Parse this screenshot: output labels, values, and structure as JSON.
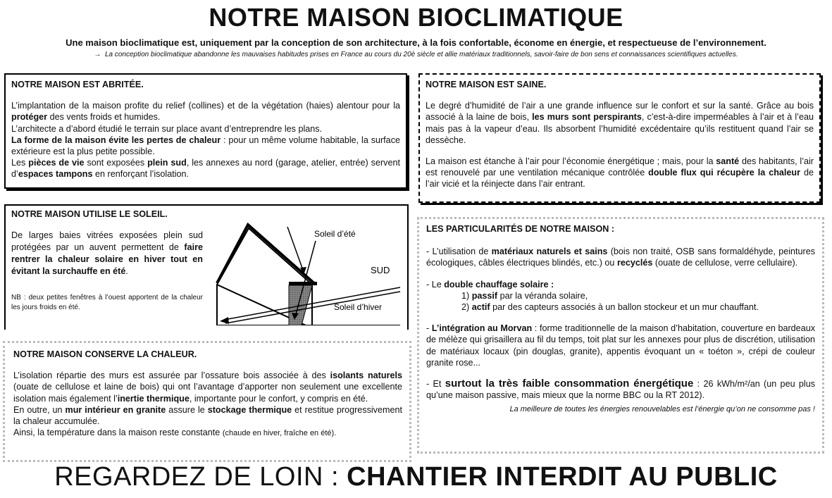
{
  "header": {
    "title": "NOTRE MAISON BIOCLIMATIQUE",
    "subtitle": "Une maison bioclimatique est, uniquement par la conception de son architecture, à la fois confortable, économe en énergie, et respectueuse de l’environnement.",
    "intro_arrow": "→",
    "intro": "La conception bioclimatique abandonne les mauvaises habitudes prises en France au cours du 20è siècle et allie matériaux traditionnels, savoir-faire de bon sens et connaissances scientifiques actuelles."
  },
  "abritee": {
    "heading": "NOTRE MAISON EST ABRITÉE.",
    "p1a": "L’implantation de la maison profite du relief (collines) et de la végétation (haies) alentour pour la ",
    "p1b": "protéger",
    "p1c": " des vents froids et humides.",
    "p2": "L’architecte a d’abord étudié le terrain sur place avant d’entreprendre les plans.",
    "p3a": "La forme de la maison évite les pertes de chaleur",
    "p3b": " : pour un même volume habitable, la surface extérieure est la plus petite possible.",
    "p4a": "Les ",
    "p4b": "pièces de vie",
    "p4c": " sont exposées ",
    "p4d": "plein sud",
    "p4e": ", les annexes au nord (garage, atelier, entrée) servent d’",
    "p4f": "espaces tampons",
    "p4g": " en renforçant l’isolation."
  },
  "soleil": {
    "heading": "NOTRE MAISON UTILISE LE SOLEIL.",
    "p1a": "De larges baies vitrées exposées plein sud protégées par un auvent permettent de ",
    "p1b": "faire rentrer la chaleur solaire en hiver tout en évitant la surchauffe en été",
    "p1c": ".",
    "nb": "NB : deux petites fenêtres à l’ouest apportent de la chaleur les jours froids en été.",
    "diagram": {
      "summer_label": "Soleil d’été",
      "south_label": "SUD",
      "winter_label": "Soleil d’hiver"
    }
  },
  "chaleur": {
    "heading": "NOTRE MAISON CONSERVE LA CHALEUR.",
    "p1a": "L’isolation répartie des murs est assurée par l’ossature bois associée à des ",
    "p1b": "isolants naturels",
    "p1c": " (ouate de cellulose et laine de bois) qui ont l’avantage d’apporter non seulement une excellente isolation mais également l’",
    "p1d": "inertie thermique",
    "p1e": ", importante pour le confort, y compris en été.",
    "p2a": "En outre, un ",
    "p2b": "mur intérieur en granite",
    "p2c": " assure le ",
    "p2d": "stockage thermique",
    "p2e": " et restitue progressivement la chaleur accumulée.",
    "p3a": "Ainsi, la température dans la maison reste constante ",
    "p3b": "(chaude en hiver, fraîche en été)."
  },
  "saine": {
    "heading": "NOTRE MAISON EST SAINE.",
    "p1a": "Le degré d’humidité de l’air a une grande influence sur le confort et sur la santé. Grâce au bois associé à la laine de bois, ",
    "p1b": "les murs sont perspirants",
    "p1c": ", c’est-à-dire imperméables à l’air et à l’eau mais pas à la vapeur d’eau. Ils absorbent l’humidité excédentaire qu’ils restituent quand l’air se dessèche.",
    "p2a": "La maison est étanche à l’air pour l’économie énergétique ; mais, pour la ",
    "p2b": "santé",
    "p2c": " des habitants, l’air est renouvelé par une ventilation mécanique contrôlée ",
    "p2d": "double flux qui récupère la chaleur",
    "p2e": " de l’air vicié et la réinjecte dans l’air entrant."
  },
  "particularites": {
    "heading": "LES PARTICULARITÉS DE NOTRE MAISON :",
    "i1a": "- L’utilisation de ",
    "i1b": "matériaux naturels et sains",
    "i1c": " (bois non traité, OSB sans formaldéhyde, peintures écologiques, câbles électriques blindés, etc.) ou ",
    "i1d": "recyclés",
    "i1e": " (ouate de cellulose, verre cellulaire).",
    "i2a": "- Le ",
    "i2b": "double chauffage solaire :",
    "i2c1a": "1) ",
    "i2c1b": "passif",
    "i2c1c": " par la véranda solaire,",
    "i2c2a": "2) ",
    "i2c2b": "actif",
    "i2c2c": " par des capteurs associés à un ballon stockeur et un mur chauffant.",
    "i3a": "- ",
    "i3b": "L’intégration au Morvan",
    "i3c": " : forme traditionnelle de la maison d’habitation, couverture en bardeaux de mélèze qui grisaillera au fil du temps, toit plat sur les annexes pour plus de discrétion, utilisation de matériaux locaux (pin douglas, granite), appentis évoquant un « toéton », crépi de couleur granite rose...",
    "i4a": "- Et ",
    "i4b": "surtout la très faible consommation énergétique",
    "i4c": " : 26 kWh/m²/an (un peu plus qu’une maison passive, mais mieux que la norme BBC ou la RT 2012).",
    "quote": "La meilleure de toutes les énergies renouvelables est l’énergie qu’on ne consomme pas !"
  },
  "footer": {
    "part1": "REGARDEZ DE LOIN : ",
    "part2": "CHANTIER INTERDIT AU PUBLIC"
  }
}
